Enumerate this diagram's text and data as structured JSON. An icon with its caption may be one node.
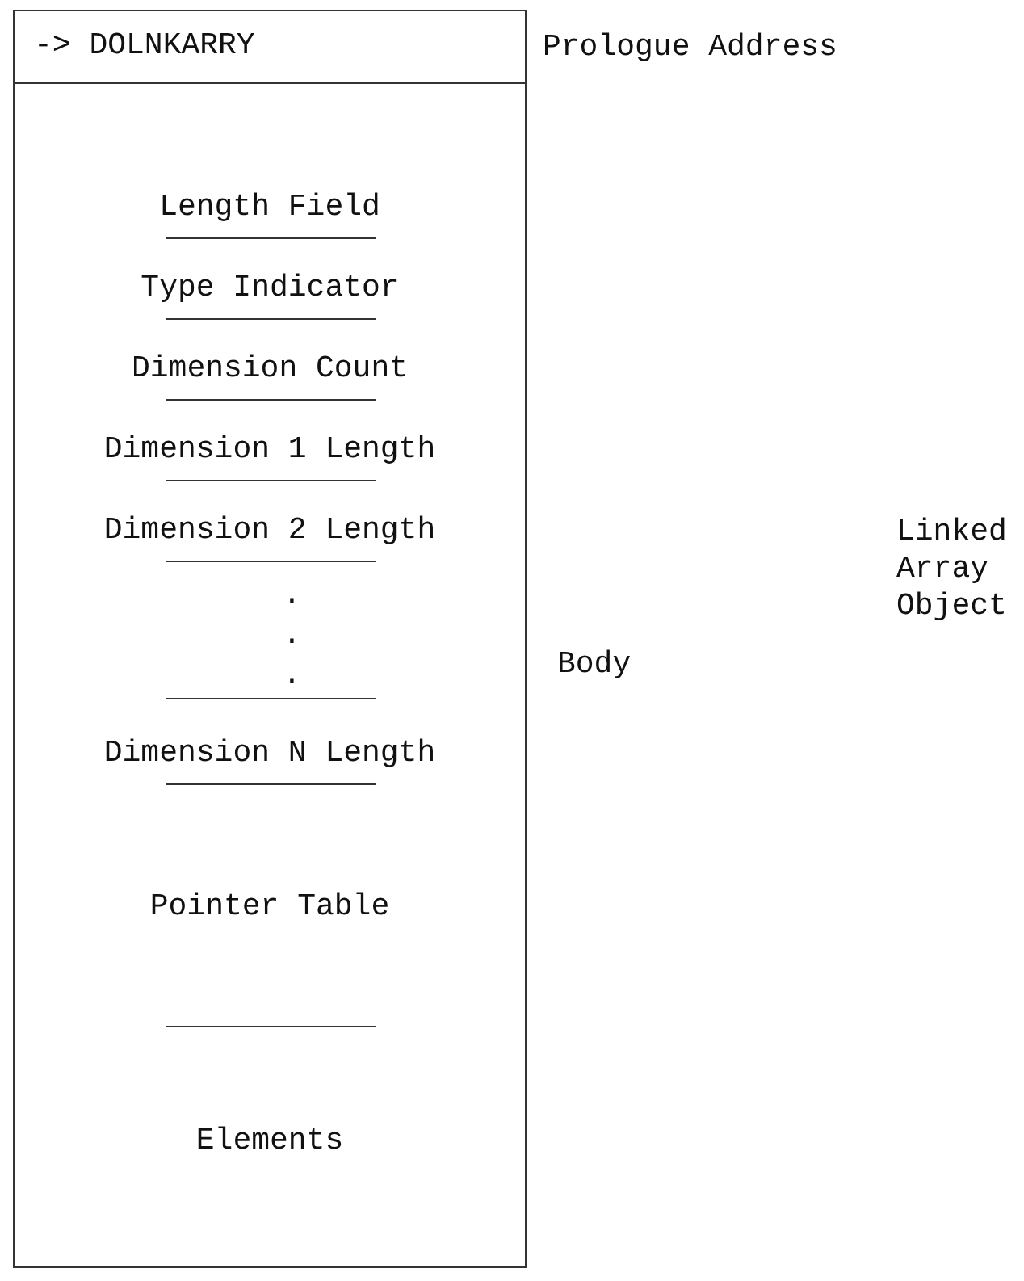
{
  "diagram": {
    "nodes": [
      {
        "text": [
          "-> DOLNKARRY"
        ],
        "beside": [
          "Prologue Address"
        ]
      },
      {
        "text": [],
        "shape": "box",
        "beside": [
          "Body"
        ]
      },
      {
        "text": [
          "Length Field"
        ],
        "in": 1
      },
      {
        "text": [
          "Type Indicator"
        ],
        "in": 1
      },
      {
        "text": [
          "Dimension Count"
        ],
        "in": 1
      },
      {
        "text": [
          "Dimension 1 Length"
        ],
        "in": 1
      },
      {
        "text": [
          "Dimension 2 Length"
        ],
        "in": 1
      },
      {
        "text": [
          "Dimension N Length"
        ],
        "in": 1
      },
      {
        "text": [
          "Pointer Table"
        ],
        "in": 1
      },
      {
        "text": [
          "Elements"
        ],
        "in": 1
      }
    ],
    "labels": [
      ".",
      ".",
      ".",
      "Linked Array Object"
    ]
  }
}
